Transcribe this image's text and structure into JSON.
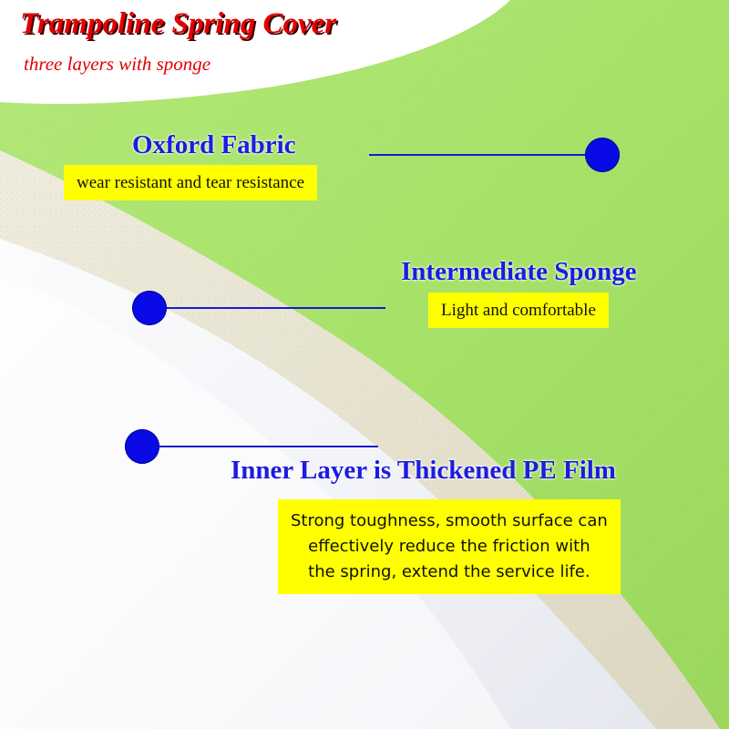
{
  "header": {
    "title": "Trampoline Spring Cover",
    "subtitle": "three layers with sponge"
  },
  "callouts": {
    "oxford": {
      "heading": "Oxford Fabric",
      "note": "wear resistant and tear resistance"
    },
    "sponge": {
      "heading": "Intermediate Sponge",
      "note": "Light and comfortable"
    },
    "film": {
      "heading": "Inner Layer is Thickened PE Film",
      "note_lines": [
        "Strong toughness, smooth surface can",
        "effectively reduce the friction with",
        "the spring, extend the service life."
      ]
    }
  },
  "colors": {
    "title": "#e30000",
    "heading": "#1c1ce0",
    "note_background": "#ffff00",
    "marker": "#0a0ae6",
    "fabric_green": "#a8e36a",
    "sponge_beige": "#ebe7d6",
    "film_white": "#f7f8fb"
  }
}
